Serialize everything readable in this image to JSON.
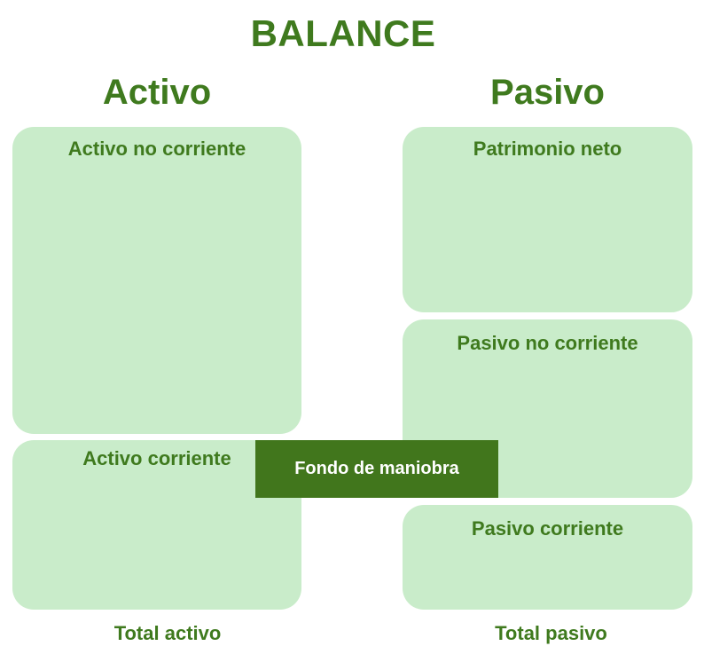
{
  "title": "BALANCE",
  "assets": {
    "heading": "Activo",
    "non_current": "Activo no corriente",
    "current": "Activo corriente",
    "total": "Total activo"
  },
  "liabilities": {
    "heading": "Pasivo",
    "equity": "Patrimonio neto",
    "non_current": "Pasivo no corriente",
    "current": "Pasivo corriente",
    "total": "Total pasivo"
  },
  "working_capital": "Fondo de maniobra",
  "colors": {
    "text": "#3f7a1e",
    "box_fill": "#c9ecca",
    "highlight": "#41761c"
  }
}
